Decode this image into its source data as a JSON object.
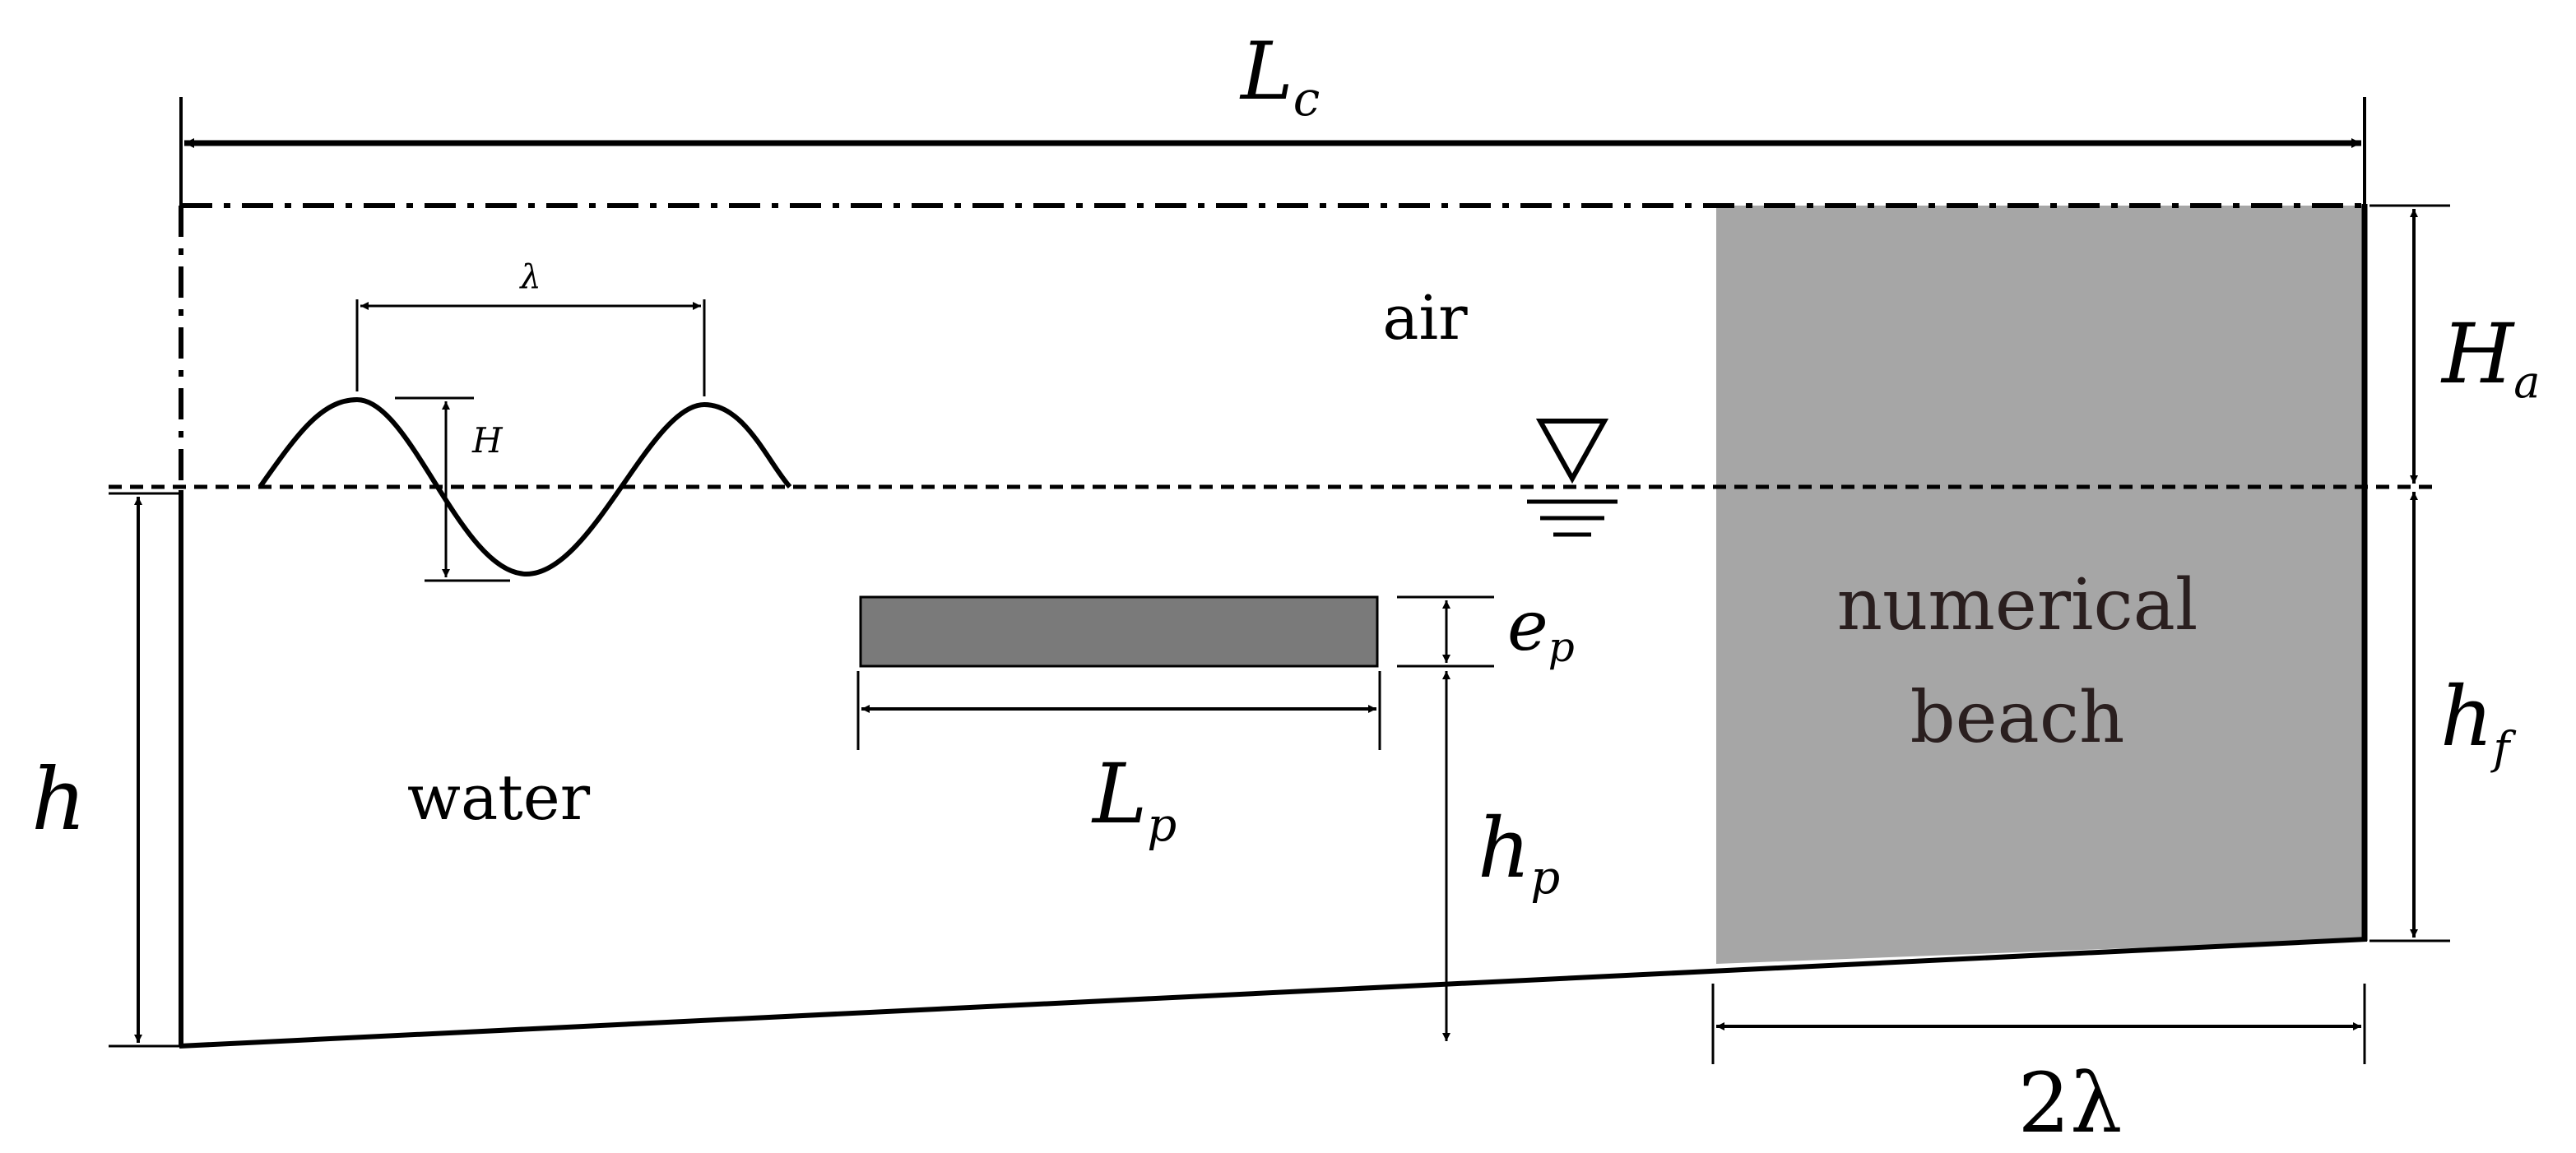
{
  "labels": {
    "channel_length": "L",
    "channel_length_sub": "c",
    "wavelength": "λ",
    "wave_height": "H",
    "air": "air",
    "air_height": "H",
    "air_height_sub": "a",
    "water": "water",
    "water_depth": "h",
    "beach_line1": "numerical",
    "beach_line2": "beach",
    "beach_depth": "h",
    "beach_depth_sub": "f",
    "plate_thickness": "e",
    "plate_thickness_sub": "p",
    "plate_length": "L",
    "plate_length_sub": "p",
    "plate_depth": "h",
    "plate_depth_sub": "p",
    "beach_length": "2λ"
  },
  "colors": {
    "beach_fill": "#a6a6a6",
    "plate_fill": "#7a7a7a",
    "line": "#000000"
  }
}
